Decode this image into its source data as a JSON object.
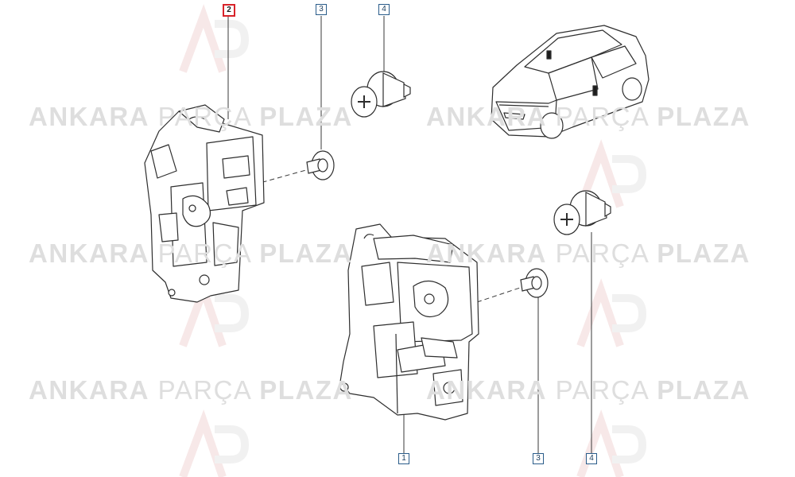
{
  "watermark": {
    "word1": "ANKARA",
    "word2": "PARÇA",
    "word3": "PLAZA"
  },
  "callouts": [
    {
      "id": "callout-2-top",
      "label": "2",
      "selected": true
    },
    {
      "id": "callout-3-top",
      "label": "3",
      "selected": false
    },
    {
      "id": "callout-4-top",
      "label": "4",
      "selected": false
    },
    {
      "id": "callout-1-bottom",
      "label": "1",
      "selected": false
    },
    {
      "id": "callout-3-bottom",
      "label": "3",
      "selected": false
    },
    {
      "id": "callout-4-bottom",
      "label": "4",
      "selected": false
    }
  ],
  "colors": {
    "selected_border": "#d8232a",
    "callout_border": "#2a5c8a",
    "line": "#3a3a3a",
    "watermark": "#dedede",
    "logo_red": "#f4c9c9"
  }
}
